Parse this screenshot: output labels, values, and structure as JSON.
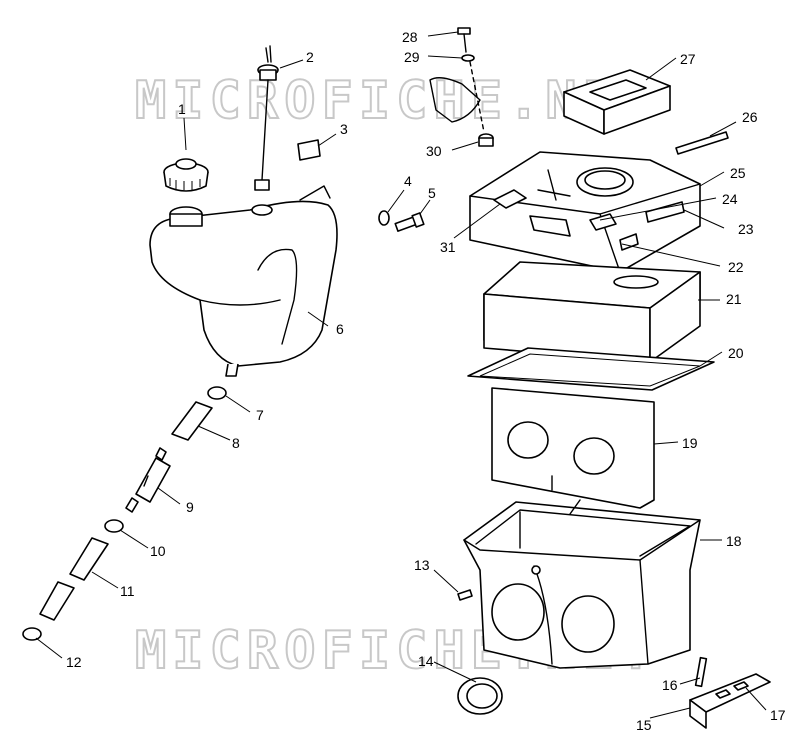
{
  "watermark": "MICROFICHE.NET",
  "callouts": [
    "1",
    "2",
    "3",
    "4",
    "5",
    "6",
    "7",
    "8",
    "9",
    "10",
    "11",
    "12",
    "13",
    "14",
    "15",
    "16",
    "17",
    "18",
    "19",
    "20",
    "21",
    "22",
    "23",
    "24",
    "25",
    "26",
    "27",
    "28",
    "29",
    "30",
    "31"
  ]
}
